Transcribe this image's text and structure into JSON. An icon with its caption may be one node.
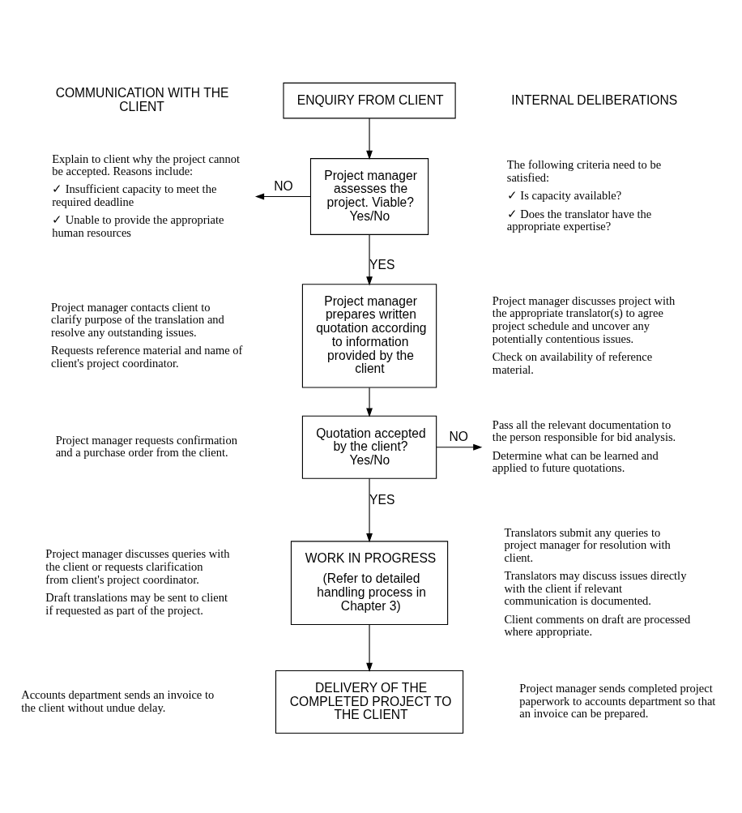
{
  "diagram": {
    "nodes": [
      {
        "text": [
          "ENQUIRY FROM CLIENT"
        ]
      },
      {
        "text": [
          "Explain to client why the project cannot be accepted. Reasons include:",
          "✓ Insufficient capacity to meet the required deadline",
          "✓ Unable to provide the appropriate human resources"
        ]
      },
      {
        "text": [
          "Project manager assesses the project. Viable? Yes/No"
        ]
      },
      {
        "text": [
          "Project manager prepares written quotation according to information provided by the client"
        ]
      },
      {
        "text": [
          "Quotation accepted by the client? Yes/No"
        ]
      },
      {
        "text": [
          "Pass all the relevant documentation to the person responsible for bid analysis.",
          "Determine what can be learned and applied to future quotations."
        ]
      },
      {
        "text": [
          "WORK IN PROGRESS",
          "(Refer to detailed handling process in Chapter 3)"
        ]
      },
      {
        "text": [
          "DELIVERY OF THE COMPLETED PROJECT TO THE CLIENT"
        ]
      }
    ],
    "edges": [
      {
        "from": 0,
        "to": 2,
        "arrow": "to"
      },
      {
        "from": 2,
        "to": 1,
        "arrow": "to",
        "label": "NO"
      },
      {
        "from": 2,
        "to": 3,
        "arrow": "to",
        "label": "YES"
      },
      {
        "from": 3,
        "to": 4,
        "arrow": "to"
      },
      {
        "from": 4,
        "to": 5,
        "arrow": "to",
        "label": "NO"
      },
      {
        "from": 4,
        "to": 6,
        "arrow": "to",
        "label": "YES"
      },
      {
        "from": 6,
        "to": 7,
        "arrow": "to"
      }
    ],
    "labels": [
      "COMMUNICATION WITH THE CLIENT",
      "INTERNAL DELIBERATIONS",
      "The following criteria need to be satisfied:",
      "✓ Is capacity available?",
      "✓ Does the translator have the appropriate expertise?",
      "Project manager contacts client to clarify purpose of the translation and resolve any outstanding issues.",
      "Requests reference material and name of client's project coordinator.",
      "Project manager discusses project with the appropriate translator(s) to agree project schedule and uncover any potentially contentious issues.",
      "Check on availability of reference material.",
      "Project manager requests confirmation and a purchase order from the client.",
      "Project manager discusses queries with the client or requests clarification from client's project coordinator.",
      "Draft translations may be sent to client if requested as part of the project.",
      "Translators submit any queries to project manager for resolution with client.",
      "Translators may discuss issues directly with the client if relevant communication is documented.",
      "Client comments on draft are processed where appropriate.",
      "Accounts department sends an invoice to the client without undue delay.",
      "Project manager sends completed project paperwork to accounts department so that an invoice can be prepared."
    ]
  }
}
